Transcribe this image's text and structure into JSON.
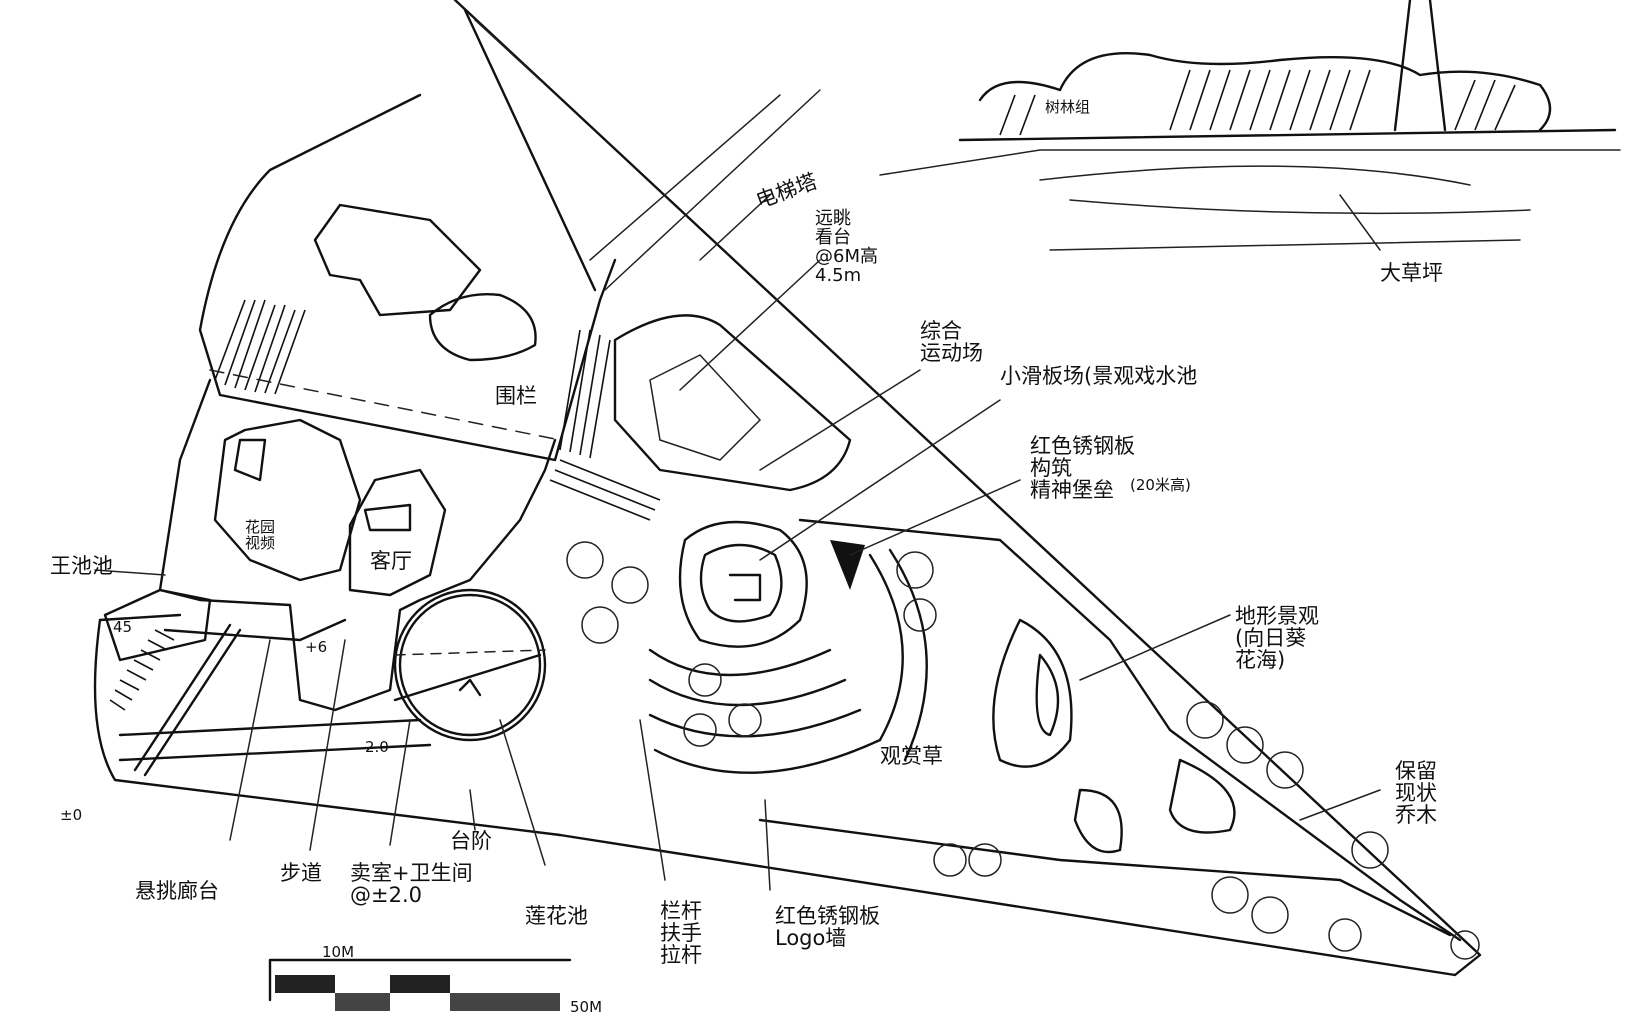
{
  "labels": {
    "elevator_tower": "电梯塔",
    "view_deck": "远眺\n看台\n@6M高\n4.5m",
    "sports_field": "综合\n运动场",
    "enclosure": "围栏",
    "small_skate": "小滑板场(景观戏水池",
    "spirit_fortress": "红色锈钢板\n构筑\n精神堡垒",
    "height_note": "(20米高)",
    "garden": "花园\n视频",
    "living": "客厅",
    "pond": "王池池",
    "slope": "45",
    "zero": "±0",
    "plus6": "+6",
    "plus2": "2.0",
    "cantilever": "悬挑廊台",
    "path": "步道",
    "toilet": "卖室+卫生间\n@±2.0",
    "stair": "台阶",
    "lotus": "莲花池",
    "rail": "栏杆\n扶手\n拉杆",
    "logo_wall": "红色锈钢板\nLogo墙",
    "amphi": "观赏草",
    "terrain": "地形景观\n(向日葵\n花海)",
    "trees": "保留\n现状\n乔木",
    "grove": "树林组",
    "big_lawn": "大草坪",
    "scale_10m": "10M",
    "scale_50m": "50M"
  }
}
